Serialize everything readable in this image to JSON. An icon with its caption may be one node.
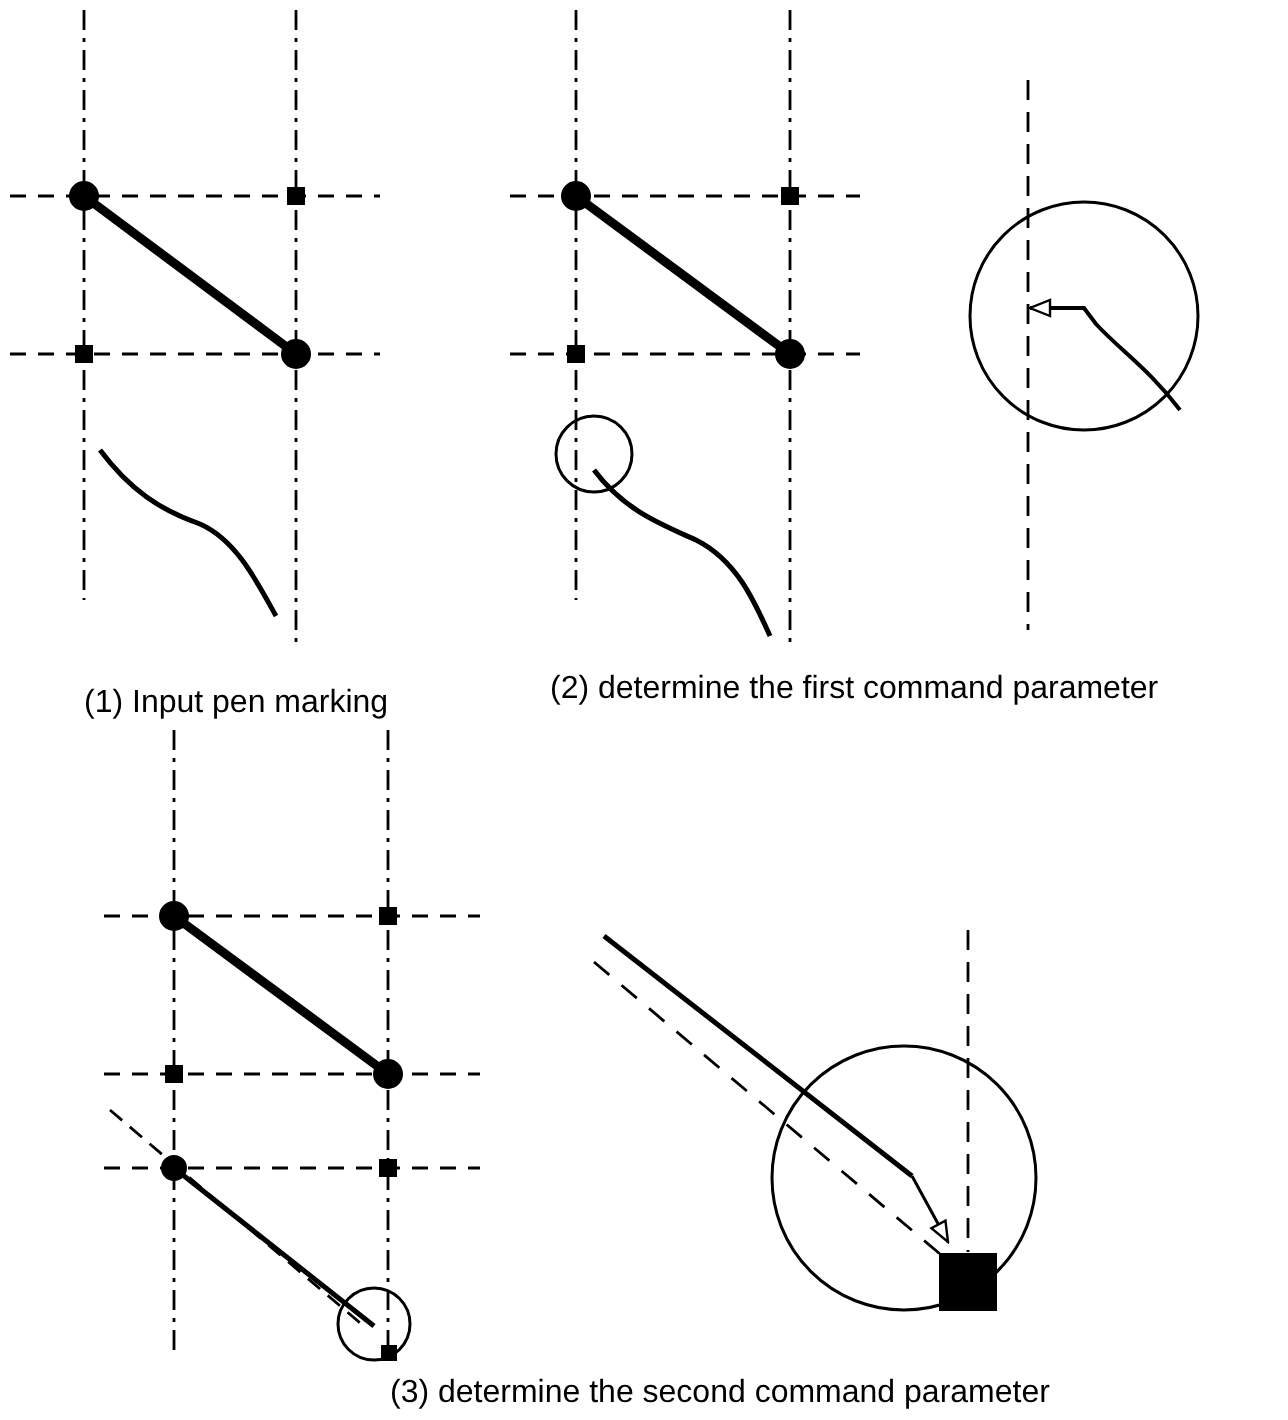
{
  "diagram": {
    "labels": [
      "(1) Input pen marking",
      "(2) determine the first command parameter",
      "(3) determine the second command parameter"
    ]
  }
}
